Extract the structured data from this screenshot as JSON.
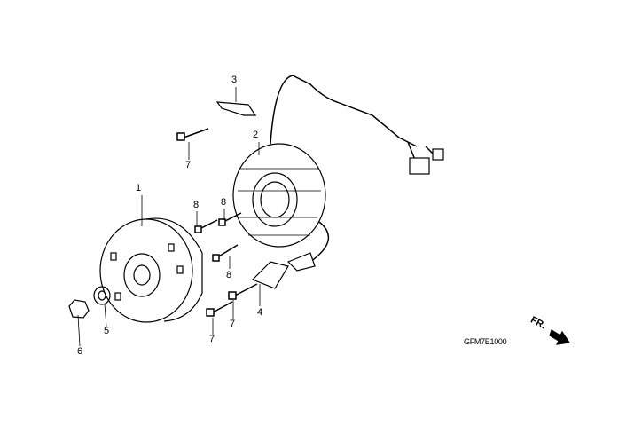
{
  "diagram_code": "GFM7E1000",
  "direction_label": "FR.",
  "callouts": [
    {
      "number": "1",
      "part": "flywheel"
    },
    {
      "number": "2",
      "part": "stator"
    },
    {
      "number": "3",
      "part": "clamp"
    },
    {
      "number": "4",
      "part": "pulse-generator"
    },
    {
      "number": "5",
      "part": "washer"
    },
    {
      "number": "6",
      "part": "nut"
    },
    {
      "number": "7",
      "part": "bolt"
    },
    {
      "number": "7",
      "part": "bolt"
    },
    {
      "number": "7",
      "part": "bolt"
    },
    {
      "number": "8",
      "part": "bolt"
    },
    {
      "number": "8",
      "part": "bolt"
    },
    {
      "number": "8",
      "part": "bolt"
    }
  ]
}
